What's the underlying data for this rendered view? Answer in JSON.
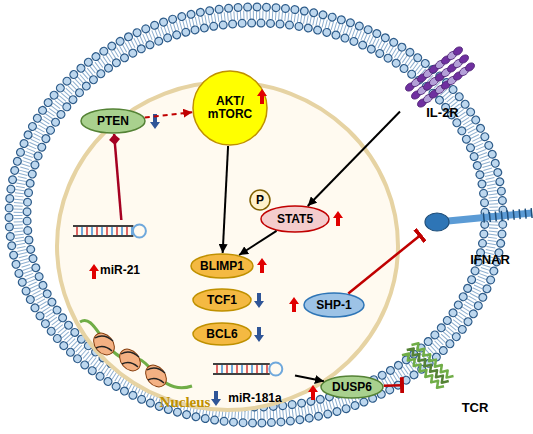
{
  "diagram": {
    "nodes": [
      {
        "text": [
          "PTEN"
        ]
      },
      {
        "text": [
          "AKT/ mTORC"
        ]
      },
      {
        "text": [
          "IL-2R"
        ]
      },
      {
        "text": [
          "Nucleus"
        ]
      },
      {
        "text": [
          "miR-21"
        ],
        "in": 3
      },
      {
        "text": [
          "P"
        ]
      },
      {
        "text": [
          "STAT5"
        ]
      },
      {
        "text": [
          "BLIMP1"
        ],
        "in": 3
      },
      {
        "text": [
          "TCF1"
        ],
        "in": 3
      },
      {
        "text": [
          "BCL6"
        ],
        "in": 3
      },
      {
        "text": [
          "IFNAR"
        ]
      },
      {
        "text": [
          "SHP-1"
        ]
      },
      {
        "text": [
          "miR-181a"
        ],
        "in": 3
      },
      {
        "text": [
          "DUSP6"
        ]
      },
      {
        "text": [
          "TCR"
        ]
      }
    ],
    "edges": [
      {
        "from": 0,
        "to": 1,
        "arrow": "to"
      },
      {
        "from": 4,
        "to": 0,
        "arrow": "to"
      },
      {
        "from": 1,
        "to": 7,
        "arrow": "to"
      },
      {
        "from": 2,
        "to": 6,
        "arrow": "to"
      },
      {
        "from": 6,
        "to": 7,
        "arrow": "to"
      },
      {
        "from": 11,
        "to": 10,
        "arrow": "to"
      },
      {
        "from": 12,
        "to": 13,
        "arrow": "to"
      },
      {
        "from": 13,
        "to": 14,
        "arrow": "to"
      }
    ]
  }
}
